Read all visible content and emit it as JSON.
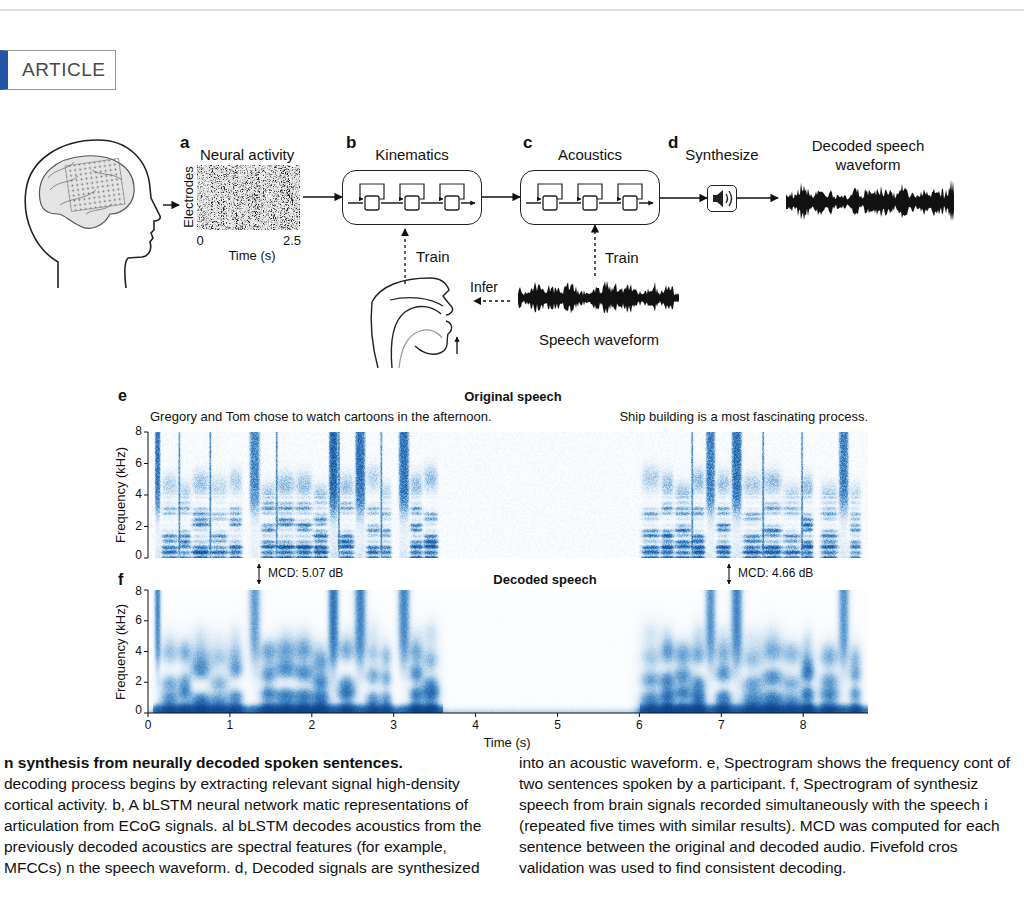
{
  "diagram": {
    "title": "n synthesis from neurally decoded spoken sentences.",
    "caption": "decoding process begins by extracting relevant signal high-density cortical activity. b, A bLSTM neural network matic representations of articulation from ECoG signals. al bLSTM decodes acoustics from the previously decoded acoustics are spectral features (for example, MFCCs) n the speech waveform. d, Decoded signals are synthesized into an acoustic waveform. e, Spectrogram shows the frequency cont of two sentences spoken by a participant. f, Spectrogram of synthesiz speech from brain signals recorded simultaneously with the speech i (repeated five times with similar results). MCD was computed for each sentence between the original and decoded audio. Fivefold cros validation was used to find consistent decoding.",
    "nodes": [
      {
        "text": [
          "ARTICLE"
        ]
      },
      {
        "text": [
          "Neural activity"
        ]
      },
      {
        "text": [
          "Kinematics"
        ]
      },
      {
        "text": [
          "Acoustics"
        ]
      },
      {
        "text": [
          "Synthesize"
        ]
      },
      {
        "text": [
          "Decoded speech waveform"
        ]
      },
      {
        "text": [
          "Speech waveform"
        ]
      }
    ],
    "edges": [
      {
        "from": 1,
        "to": 2,
        "arrow": "to"
      },
      {
        "from": 2,
        "to": 3,
        "arrow": "to"
      },
      {
        "from": 3,
        "to": 4,
        "arrow": "to"
      },
      {
        "from": 4,
        "to": 5,
        "arrow": "to"
      },
      {
        "from": 6,
        "to": 3,
        "label": "Train",
        "arrow": "to"
      }
    ],
    "labels": [
      "a",
      "Electrodes",
      "0",
      "2.5",
      "Time (s)",
      "b",
      "c",
      "d",
      "Train",
      "Infer",
      "e",
      "Original speech",
      "Gregory and Tom chose to watch cartoons in the afternoon.",
      "Ship building is a most fascinating process.",
      "Frequency (kHz)",
      "8",
      "6",
      "4",
      "2",
      "0",
      "MCD: 5.07 dB",
      "MCD: 4.66 dB",
      "f",
      "Decoded speech",
      "Frequency (kHz)",
      "8",
      "6",
      "4",
      "2",
      "0",
      "0",
      "1",
      "2",
      "3",
      "4",
      "5",
      "6",
      "7",
      "8",
      "Time (s)"
    ]
  }
}
